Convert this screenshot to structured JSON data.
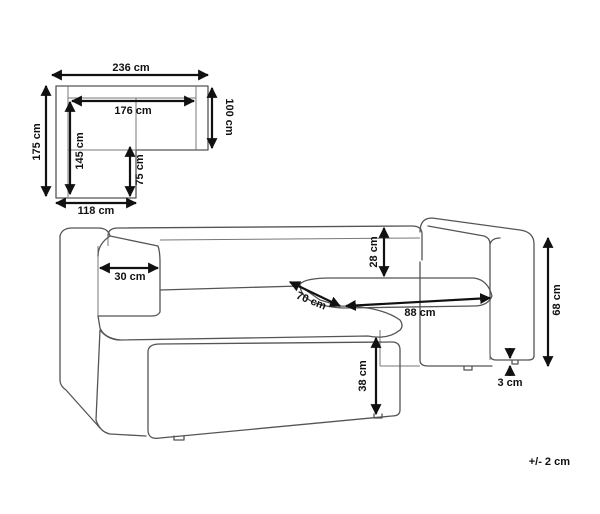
{
  "top_view": {
    "overall_width": "236 cm",
    "seat_width": "176 cm",
    "overall_depth": "175 cm",
    "chaise_depth": "145 cm",
    "back_depth": "100 cm",
    "seat_depth": "75 cm",
    "chaise_width": "118 cm"
  },
  "front_view": {
    "armrest_width": "30 cm",
    "backrest_height": "28 cm",
    "seat_depth": "70 cm",
    "seat_width": "88 cm",
    "overall_height": "68 cm",
    "seat_height": "38 cm",
    "leg_height": "3 cm"
  },
  "tolerance": "+/- 2 cm"
}
